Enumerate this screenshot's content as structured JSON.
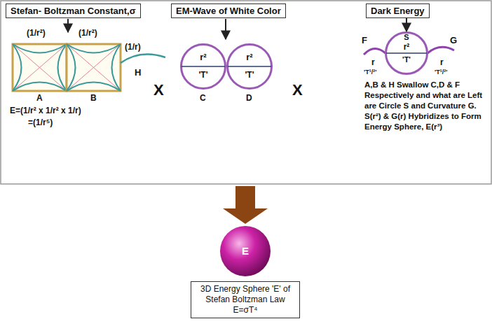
{
  "diagram": {
    "nodes": [
      {
        "text": [
          "Stefan- Boltzman Constant,σ"
        ]
      },
      {
        "text": [
          "EM-Wave of White Color"
        ]
      },
      {
        "text": [
          "Dark Energy"
        ]
      },
      {
        "text": [
          "r²",
          "'T'"
        ]
      },
      {
        "text": [
          "r²",
          "'T'"
        ]
      },
      {
        "text": [
          "S",
          "r²",
          "'T'"
        ]
      },
      {
        "text": [
          "E"
        ]
      },
      {
        "text": [
          "3D Energy Sphere 'E' of Stefan Boltzman Law E=σT⁴"
        ]
      }
    ],
    "edges": [
      {
        "from": 2,
        "to": 5,
        "arrow": "to"
      }
    ],
    "labels": [
      "(1/r²)",
      "(1/r²)",
      "(1/r)",
      "H",
      "A",
      "B",
      "E=(1/r² x 1/r² x 1/r)",
      "=(1/r⁵)",
      "X",
      "C",
      "D",
      "X",
      "F",
      "G",
      "r",
      "'T¹/²'",
      "r",
      "'T¹/²'",
      "A,B & H Swallow C,D & F Respectively and what are Left are Circle S and Curvature G. S(r²) & G(r) Hybridizes to Form Energy Sphere, E(r³)"
    ]
  }
}
